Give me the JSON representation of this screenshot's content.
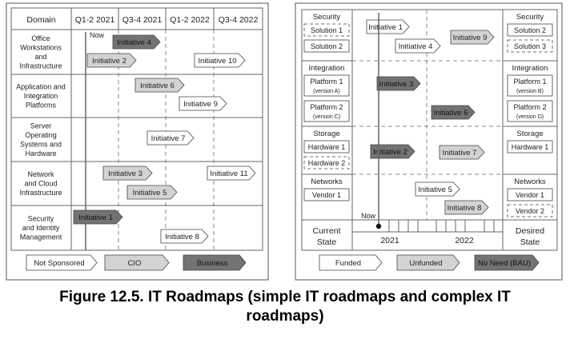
{
  "left": {
    "headers": [
      "Domain",
      "Q1-2 2021",
      "Q3-4 2021",
      "Q1-2 2022",
      "Q3-4 2022"
    ],
    "now_label": "Now",
    "rows": [
      {
        "lines": [
          "Office",
          "Workstations",
          "and",
          "Infrastructure"
        ]
      },
      {
        "lines": [
          "Application and",
          "Integration",
          "Platforms"
        ]
      },
      {
        "lines": [
          "Server",
          "Operating",
          "Systems and",
          "Hardware"
        ]
      },
      {
        "lines": [
          "Network",
          "and Cloud",
          "Infrastructure"
        ]
      },
      {
        "lines": [
          "Security",
          "and Identity",
          "Management"
        ]
      }
    ],
    "initiatives": [
      {
        "label": "Initiative 4",
        "status": "business"
      },
      {
        "label": "Initiative 2",
        "status": "cio"
      },
      {
        "label": "Initiative 10",
        "status": "not_sponsored"
      },
      {
        "label": "Initiative 6",
        "status": "cio"
      },
      {
        "label": "Initiative 9",
        "status": "not_sponsored"
      },
      {
        "label": "Initiative 7",
        "status": "not_sponsored"
      },
      {
        "label": "Initiative 3",
        "status": "cio"
      },
      {
        "label": "Initiative 11",
        "status": "not_sponsored"
      },
      {
        "label": "Initiative 5",
        "status": "cio"
      },
      {
        "label": "Initiative 1",
        "status": "business"
      },
      {
        "label": "Initiative 8",
        "status": "not_sponsored"
      }
    ],
    "legend": [
      {
        "label": "Not Sponsored",
        "status": "not_sponsored"
      },
      {
        "label": "CIO",
        "status": "cio"
      },
      {
        "label": "Business",
        "status": "business"
      }
    ]
  },
  "right": {
    "sections": [
      {
        "title": "Security",
        "current": [
          {
            "text": [
              "Solution 1"
            ],
            "dashed": true
          },
          {
            "text": [
              "Solution 2"
            ],
            "dashed": false
          }
        ],
        "desired": [
          {
            "text": [
              "Solution 2"
            ],
            "dashed": false
          },
          {
            "text": [
              "Solution 3"
            ],
            "dashed": true
          }
        ]
      },
      {
        "title": "Integration",
        "current": [
          {
            "text": [
              "Platform 1",
              "(version A)"
            ],
            "dashed": false
          },
          {
            "text": [
              "Platform 2",
              "(version C)"
            ],
            "dashed": false
          }
        ],
        "desired": [
          {
            "text": [
              "Platform 1",
              "(version B)"
            ],
            "dashed": false
          },
          {
            "text": [
              "Platform 2",
              "(version D)"
            ],
            "dashed": false
          }
        ]
      },
      {
        "title": "Storage",
        "current": [
          {
            "text": [
              "Hardware 1"
            ],
            "dashed": false
          },
          {
            "text": [
              "Hardware 2"
            ],
            "dashed": true
          }
        ],
        "desired": [
          {
            "text": [
              "Hardware 1"
            ],
            "dashed": false
          }
        ]
      },
      {
        "title": "Networks",
        "current": [
          {
            "text": [
              "Vendor 1"
            ],
            "dashed": false
          }
        ],
        "desired": [
          {
            "text": [
              "Vendor 1"
            ],
            "dashed": false
          },
          {
            "text": [
              "Vendor 2"
            ],
            "dashed": true
          }
        ]
      }
    ],
    "initiatives": [
      {
        "label": "Initiative 1",
        "status": "funded"
      },
      {
        "label": "Initiative 4",
        "status": "funded"
      },
      {
        "label": "Initiative 9",
        "status": "unfunded"
      },
      {
        "label": "Initiative 3",
        "status": "no_need"
      },
      {
        "label": "Initiative 6",
        "status": "no_need"
      },
      {
        "label": "Initiative 2",
        "status": "no_need"
      },
      {
        "label": "Initiative 7",
        "status": "unfunded"
      },
      {
        "label": "Initiative 5",
        "status": "funded"
      },
      {
        "label": "Initiative 8",
        "status": "unfunded"
      }
    ],
    "now_label": "Now",
    "footer": {
      "current": [
        "Current",
        "State"
      ],
      "years": [
        "2021",
        "2022"
      ],
      "desired": [
        "Desired",
        "State"
      ]
    },
    "legend": [
      {
        "label": "Funded",
        "status": "funded"
      },
      {
        "label": "Unfunded",
        "status": "unfunded"
      },
      {
        "label": "No Need (BAU)",
        "status": "no_need"
      }
    ]
  },
  "colors": {
    "not_sponsored": "#ffffff",
    "cio": "#d3d3d3",
    "business": "#737373",
    "funded": "#ffffff",
    "unfunded": "#d3d3d3",
    "no_need": "#737373",
    "frame": "#666666",
    "dash": "#888888",
    "text": "#222222"
  },
  "caption": {
    "line1": "Figure 12.5. IT Roadmaps (simple IT roadmaps and complex IT",
    "line2": "roadmaps)"
  }
}
